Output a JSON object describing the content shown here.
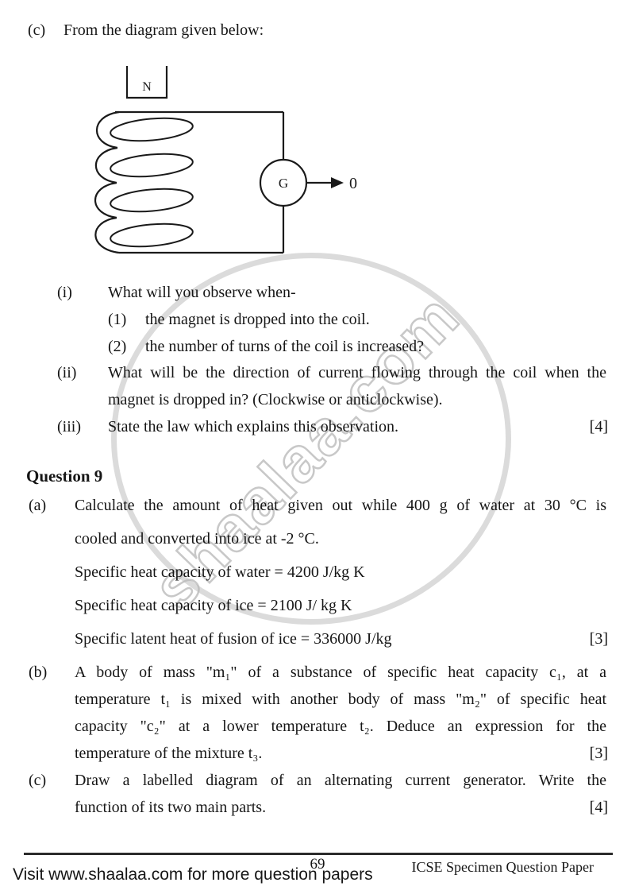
{
  "watermark": {
    "text": "shaalaa.com",
    "color": "#bcbcbc"
  },
  "ink_color": "#161616",
  "part_c": {
    "marker": "(c)",
    "prompt": "From the diagram given below:"
  },
  "diagram": {
    "magnet_label": "N",
    "galvanometer_label": "G",
    "pointer_label": "0"
  },
  "sub_i": {
    "marker": "(i)",
    "text": "What will you observe when-",
    "item1_marker": "(1)",
    "item1_text": "the magnet is dropped into the coil.",
    "item2_marker": "(2)",
    "item2_text": "the number of turns of the coil is increased?"
  },
  "sub_ii": {
    "marker": "(ii)",
    "line1": "What will be the direction of current flowing through the coil when the",
    "line2": "magnet is dropped in? (Clockwise or anticlockwise)."
  },
  "sub_iii": {
    "marker": "(iii)",
    "text": "State the law which explains this observation.",
    "marks": "[4]"
  },
  "q9": {
    "title": "Question 9",
    "a": {
      "marker": "(a)",
      "line1": "Calculate the amount of heat given out while 400 g of water at 30 °C is",
      "line2": "cooled and converted into ice at -2 °C.",
      "line3": "Specific heat capacity of water = 4200 J/kg K",
      "line4": "Specific heat capacity of ice = 2100 J/ kg K",
      "line5": "Specific latent heat of fusion of ice = 336000 J/kg",
      "marks": "[3]"
    },
    "b": {
      "marker": "(b)",
      "line1": "A body of mass \"m₁\" of a substance of specific heat capacity c₁, at a",
      "line2": "temperature t₁ is mixed with another body of mass \"m₂\" of specific heat",
      "line3": "capacity \"c₂\" at a lower temperature t₂. Deduce an expression for the",
      "line4": "temperature of the mixture t₃.",
      "marks": "[3]"
    },
    "c": {
      "marker": "(c)",
      "line1": "Draw a labelled diagram of an alternating current generator. Write the",
      "line2": "function of its two main parts.",
      "marks": "[4]"
    }
  },
  "footer": {
    "page_number": "69",
    "right_text": "ICSE Specimen Question Paper",
    "bottom_text": "Visit www.shaalaa.com for more question papers"
  }
}
